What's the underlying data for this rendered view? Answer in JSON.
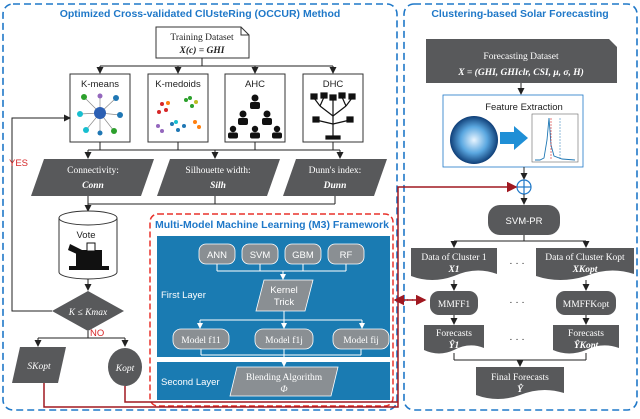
{
  "occur": {
    "title": "Optimized Cross-validated ClUsteRing (OCCUR) Method",
    "training_dataset": {
      "label": "Training Dataset",
      "formula": "X(c) = GHI"
    },
    "algorithms": [
      "K-means",
      "K-medoids",
      "AHC",
      "DHC"
    ],
    "indices": [
      {
        "label": "Connectivity:",
        "value": "Conn"
      },
      {
        "label": "Silhouette width:",
        "value": "Silh"
      },
      {
        "label": "Dunn's index:",
        "value": "Dunn"
      }
    ],
    "yes_label": "YES",
    "vote_label": "Vote",
    "condition": "K ≤ Kmax",
    "no_label": "NO",
    "s_kopt": "SKopt",
    "k_opt": "Kopt"
  },
  "m3": {
    "title": "Multi-Model Machine Learning (M3) Framework",
    "models": [
      "ANN",
      "SVM",
      "GBM",
      "RF"
    ],
    "first_layer": "First Layer",
    "kernel_trick": [
      "Kernel",
      "Trick"
    ],
    "model_boxes": [
      "Model f11",
      "Model f1j",
      "Model fij"
    ],
    "second_layer": "Second Layer",
    "blending": {
      "label": "Blending Algorithm",
      "symbol": "Φ"
    }
  },
  "forecasting": {
    "title": "Clustering-based Solar Forecasting",
    "dataset_label": "Forecasting Dataset",
    "dataset_formula": "X = (GHI, GHIclr, CSI, μ, σ, H)",
    "feature_extraction": "Feature Extraction",
    "svm_pr": "SVM-PR",
    "clusters": [
      {
        "label": "Data of Cluster 1",
        "var": "X1"
      },
      {
        "label": "Data of Cluster Kopt",
        "var": "XKopt"
      }
    ],
    "mmff": [
      "MMFF1",
      "MMFFKopt"
    ],
    "forecasts": [
      {
        "label": "Forecasts",
        "var": "Ŷ1"
      },
      {
        "label": "Forecasts",
        "var": "ŶKopt"
      }
    ],
    "final": {
      "label": "Final Forecasts",
      "var": "Ŷ"
    },
    "dots": "· · ·"
  },
  "colors": {
    "section_border": "#1f78c8",
    "m3_border": "#e8322b",
    "dark_box": "#58595b",
    "m3_fill": "#1a7bb2",
    "yes_no": "#d62728",
    "loop_arrow": "#a01820"
  }
}
